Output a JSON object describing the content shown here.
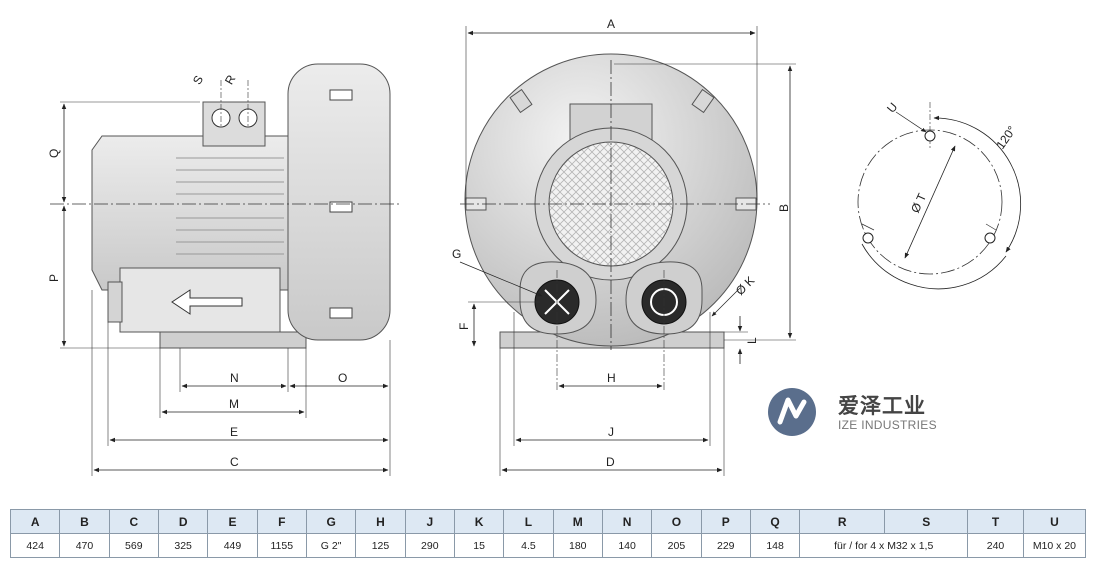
{
  "drawing": {
    "side_view_labels": {
      "S": "S",
      "R": "R",
      "Q": "Q",
      "P": "P",
      "N": "N",
      "M": "M",
      "O": "O",
      "E": "E",
      "C": "C"
    },
    "front_view_labels": {
      "A": "A",
      "B": "B",
      "G": "G",
      "F": "F",
      "K": "Ø K",
      "L": "L",
      "H": "H",
      "J": "J",
      "D": "D"
    },
    "hole_pattern_labels": {
      "U": "U",
      "T": "Ø T",
      "angle": "120°"
    }
  },
  "logo": {
    "name_cn": "爱泽工业",
    "name_en": "IZE INDUSTRIES"
  },
  "table": {
    "headers": [
      "A",
      "B",
      "C",
      "D",
      "E",
      "F",
      "G",
      "H",
      "J",
      "K",
      "L",
      "M",
      "N",
      "O",
      "P",
      "Q",
      "R",
      "S",
      "T",
      "U"
    ],
    "row": {
      "A": "424",
      "B": "470",
      "C": "569",
      "D": "325",
      "E": "449",
      "F": "1155",
      "G": "G 2\"",
      "H": "125",
      "J": "290",
      "K": "15",
      "L": "4.5",
      "M": "180",
      "N": "140",
      "O": "205",
      "P": "229",
      "Q": "148",
      "RS": "für / for 4 x M32 x 1,5",
      "T": "240",
      "U": "M10 x 20"
    }
  }
}
